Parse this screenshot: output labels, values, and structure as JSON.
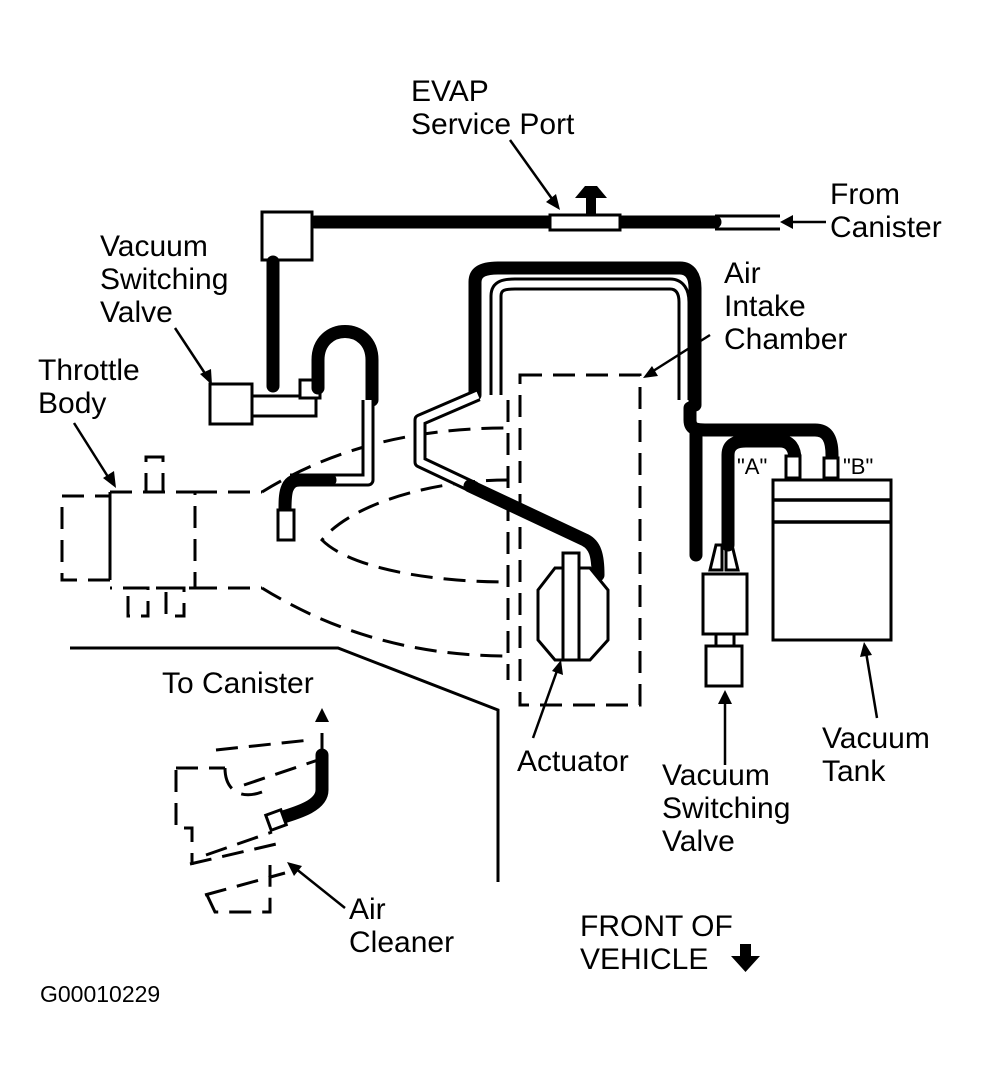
{
  "labels": {
    "evap_port": "EVAP\nService Port",
    "from_canister": "From\nCanister",
    "vsv_top": "Vacuum\nSwitching\nValve",
    "air_intake": "Air\nIntake\nChamber",
    "throttle_body": "Throttle\nBody",
    "port_a": "\"A\"",
    "port_b": "\"B\"",
    "to_canister": "To Canister",
    "actuator": "Actuator",
    "vacuum_tank": "Vacuum\nTank",
    "vsv_bottom": "Vacuum\nSwitching\nValve",
    "air_cleaner": "Air\nCleaner",
    "front_of_vehicle": "FRONT OF\nVEHICLE",
    "figure_id": "G00010229"
  },
  "icons": {
    "front_arrow": "down-arrow-icon"
  },
  "colors": {
    "ink": "#000000",
    "background": "#ffffff"
  }
}
